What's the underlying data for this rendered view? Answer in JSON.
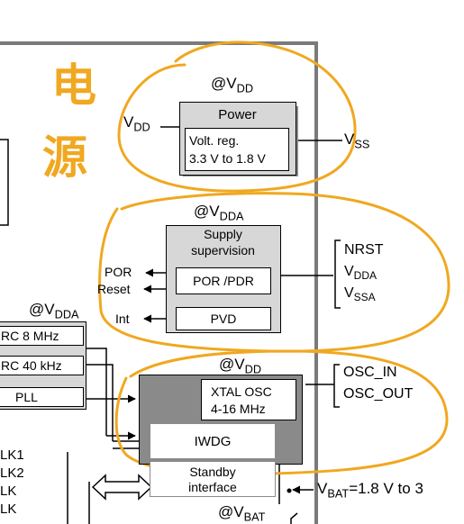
{
  "power": {
    "domain_label_prefix": "@V",
    "domain_label_sub": "DD",
    "input_label_main": "V",
    "input_label_sub": "DD",
    "block_title": "Power",
    "regulator_line1": "Volt. reg.",
    "regulator_line2": "3.3 V to 1.8 V",
    "output_label_main": "V",
    "output_label_sub": "SS"
  },
  "supply": {
    "domain_label_prefix": "@V",
    "domain_label_sub": "DDA",
    "block_title_line1": "Supply",
    "block_title_line2": "supervision",
    "por_pdr": "POR /PDR",
    "pvd": "PVD",
    "out_por": "POR",
    "out_reset": "Reset",
    "out_int": "Int",
    "pins": {
      "nrst": "NRST",
      "vdda_main": "V",
      "vdda_sub": "DDA",
      "vssa_main": "V",
      "vssa_sub": "SSA"
    }
  },
  "left_oscillators": {
    "domain_label_prefix": "@V",
    "domain_label_sub": "DDA",
    "rc8": "RC 8 MHz",
    "rc40": "RC 40 kHz",
    "pll": "PLL"
  },
  "clock_labels": [
    "LK1",
    "LK2",
    "LK",
    "LK"
  ],
  "oscillator": {
    "domain_label_prefix": "@V",
    "domain_label_sub": "DD",
    "xtal_line1": "XTAL OSC",
    "xtal_line2": "4-16 MHz",
    "iwdg": "IWDG",
    "standby_line1": "Standby",
    "standby_line2": "interface",
    "pins": [
      "OSC_IN",
      "OSC_OUT"
    ]
  },
  "battery": {
    "domain_label_prefix": "@V",
    "domain_label_sub": "BAT",
    "vbat_main": "V",
    "vbat_sub": "BAT",
    "vbat_value": "=1.8 V to 3"
  },
  "handwriting": {
    "char1": "电",
    "char2": "源"
  },
  "colors": {
    "annotation_orange": "#f0a820",
    "block_gray": "#d7d7d7",
    "block_dark": "#8a8a8a",
    "frame_gray": "#7a7a7a"
  }
}
